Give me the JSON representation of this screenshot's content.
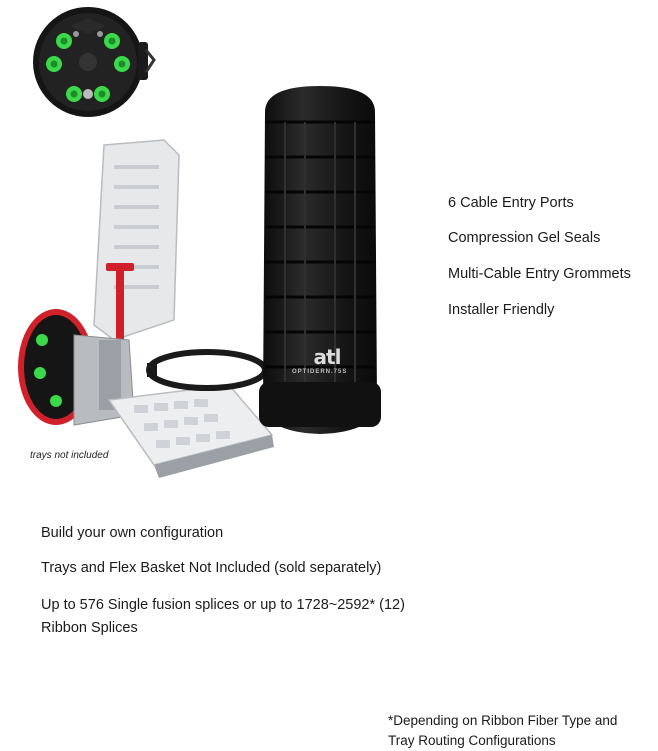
{
  "features": [
    "6 Cable Entry Ports",
    "Compression Gel Seals",
    "Multi-Cable Entry Grommets",
    "Installer Friendly"
  ],
  "product_brand": "atl",
  "product_model": "OPTIDERN.75S",
  "image_caption": "trays not included",
  "specs": {
    "line1": "Build your own configuration",
    "line2": "Trays and Flex Basket Not Included (sold separately)",
    "line3a": "Up to 576 Single fusion splices or up to 1728~2592* (12)",
    "line3b": "Ribbon Splices"
  },
  "footnote": {
    "line1": "*Depending on Ribbon Fiber Type and",
    "line2": "Tray Routing Configurations"
  },
  "colors": {
    "port_green": "#3bd94a",
    "housing_black": "#141414",
    "gasket_red": "#d0202a",
    "tray_gray": "#e6e8ea"
  }
}
